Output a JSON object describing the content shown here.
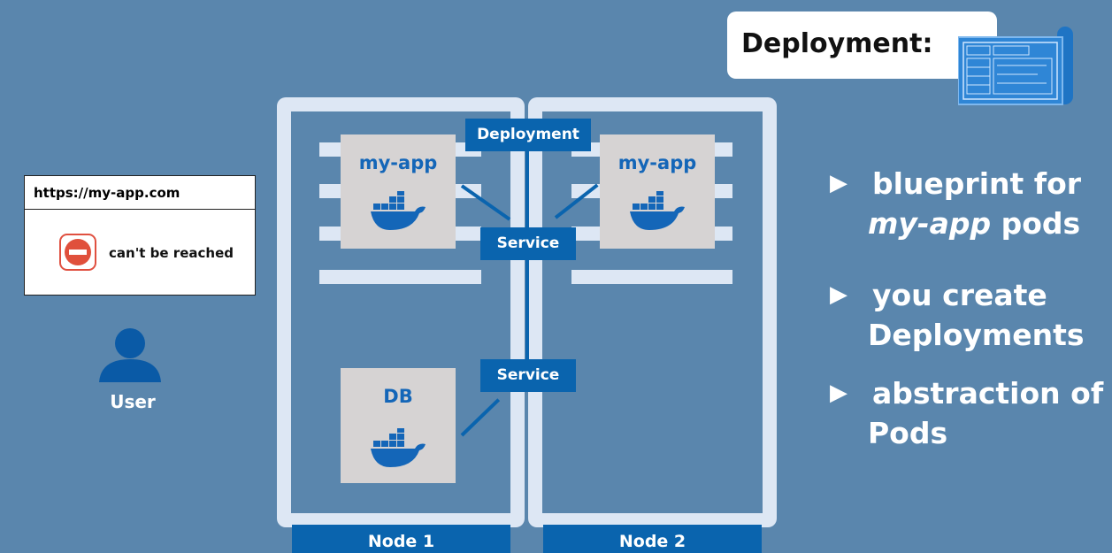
{
  "title": "Deployment:",
  "browser": {
    "url": "https://my-app.com",
    "error": "can't be reached",
    "error_icon": "no-entry-icon"
  },
  "user": {
    "label": "User",
    "icon": "user-icon"
  },
  "nodes": [
    {
      "label": "Node 1"
    },
    {
      "label": "Node 2"
    }
  ],
  "deployment_badge": "Deployment",
  "services": [
    "Service",
    "Service"
  ],
  "pods": {
    "app1": "my-app",
    "app2": "my-app",
    "db": "DB"
  },
  "bullets": [
    {
      "line1": "blueprint for",
      "line2_em": "my-app",
      "line2_rest": " pods"
    },
    {
      "line1": "you create",
      "line2": "Deployments"
    },
    {
      "line1": "abstraction of",
      "line2": "Pods"
    }
  ],
  "colors": {
    "background": "#5a86ad",
    "accent": "#0a64ae",
    "frame": "#dde7f4",
    "pod": "#d6d3d3",
    "docker": "#1466b8"
  }
}
